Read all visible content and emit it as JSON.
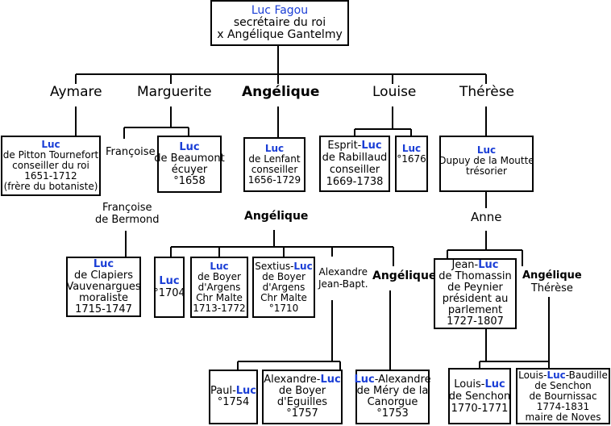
{
  "root": {
    "name": "Luc Fagou",
    "title": "secrétaire du roi",
    "spouse": "x Angélique Gantelmy"
  },
  "children": {
    "aymare": "Aymare",
    "marguerite": "Marguerite",
    "angelique": "Angélique",
    "louise": "Louise",
    "therese": "Thérèse"
  },
  "aymare_box": {
    "name": "Luc",
    "l1": "de Pitton Tournefort",
    "l2": "conseiller du roi",
    "l3": "1651-1712",
    "l4": "(frère du botaniste)"
  },
  "marguerite_branch": {
    "francoise": "Françoise",
    "beaumont": {
      "name": "Luc",
      "l1": "de Beaumont",
      "l2": "écuyer",
      "l3": "°1658"
    },
    "francoise_full1": "Françoise",
    "francoise_full2": "de Bermond",
    "clapiers": {
      "name": "Luc",
      "l1": "de Clapiers",
      "l2": "Vauvenargues",
      "l3": "moraliste",
      "l4": "1715-1747"
    }
  },
  "angelique_branch": {
    "lenfant": {
      "name": "Luc",
      "l1": "de Lenfant",
      "l2": "conseiller",
      "l3": "1656-1729"
    },
    "angelique2": "Angélique",
    "luc1704": {
      "name": "Luc",
      "l1": "°1704"
    },
    "boyer1": {
      "name": "Luc",
      "l1": "de Boyer",
      "l2": "d'Argens",
      "l3": "Chr Malte",
      "l4": "1713-1772"
    },
    "sextius": {
      "pre": "Sextius-",
      "name": "Luc",
      "l1": "de Boyer",
      "l2": "d'Argens",
      "l3": "Chr Malte",
      "l4": "°1710"
    },
    "alexandre1": "Alexandre",
    "alexandre2": "Jean-Bapt.",
    "angelique3": "Angélique",
    "paul": {
      "pre": "Paul-",
      "name": "Luc",
      "l1": "°1754"
    },
    "alexluc": {
      "pre": "Alexandre-",
      "name": "Luc",
      "l1": "de Boyer",
      "l2": "d'Eguilles",
      "l3": "°1757"
    },
    "lucalex": {
      "name": "Luc",
      "post": "-Alexandre",
      "l1": "de Méry de la",
      "l2": "Canorgue",
      "l3": "°1753"
    }
  },
  "louise_branch": {
    "esprit": {
      "pre": "Esprit-",
      "name": "Luc",
      "l1": "de Rabillaud",
      "l2": "conseiller",
      "l3": "1669-1738"
    },
    "luc1676": {
      "name": "Luc",
      "l1": "°1676"
    }
  },
  "therese_branch": {
    "dupuy": {
      "name": "Luc",
      "l1": "Dupuy de la Moutte",
      "l2": "trésorier"
    },
    "anne": "Anne",
    "jeanluc": {
      "pre": "Jean-",
      "name": "Luc",
      "l1": "de Thomassin",
      "l2": "de Peynier",
      "l3": "président au",
      "l4": "parlement",
      "l5": "1727-1807"
    },
    "angelique4": "Angélique",
    "therese2": "Thérèse",
    "senchon1": {
      "pre": "Louis-",
      "name": "Luc",
      "l1": "de Senchon",
      "l2": "1770-1771"
    },
    "senchon2": {
      "pre": "Louis-",
      "name": "Luc",
      "post": "-Baudille",
      "l1": "de Senchon",
      "l2": "de Bournissac",
      "l3": "1774-1831",
      "l4": "maire de Noves"
    }
  },
  "colors": {
    "name_blue": "#1a3ed6",
    "line": "#000000"
  }
}
